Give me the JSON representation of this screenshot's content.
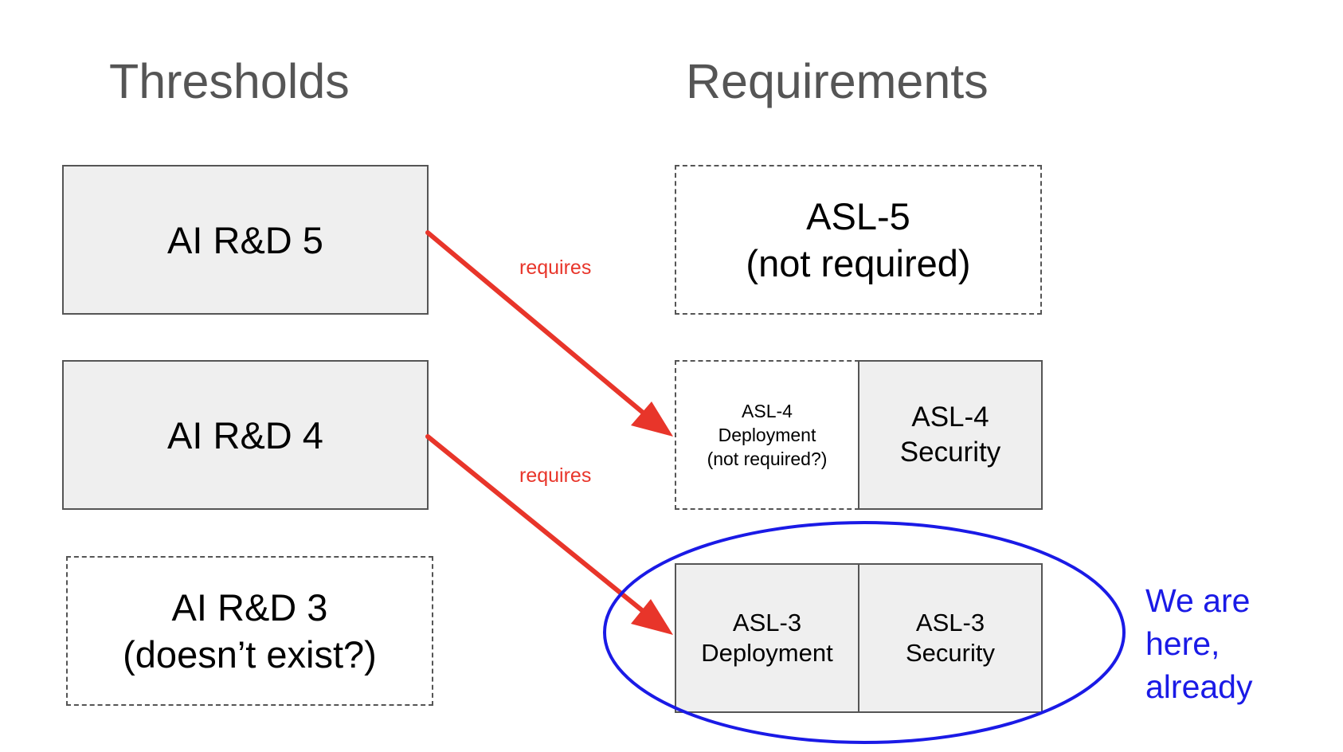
{
  "headings": {
    "thresholds": "Thresholds",
    "requirements": "Requirements"
  },
  "thresholds": {
    "rd5": "AI R&D 5",
    "rd4": "AI R&D 4",
    "rd3": {
      "line1": "AI R&D 3",
      "line2": "(doesn’t exist?)"
    }
  },
  "requirements": {
    "asl5": {
      "line1": "ASL-5",
      "line2": "(not required)"
    },
    "asl4_deployment": {
      "line1": "ASL-4",
      "line2": "Deployment",
      "line3": "(not required?)"
    },
    "asl4_security": {
      "line1": "ASL-4",
      "line2": "Security"
    },
    "asl3_deployment": {
      "line1": "ASL-3",
      "line2": "Deployment"
    },
    "asl3_security": {
      "line1": "ASL-3",
      "line2": "Security"
    }
  },
  "arrows": {
    "upper_label": "requires",
    "lower_label": "requires",
    "color": "#e8352a"
  },
  "annotation": {
    "line1": "We are",
    "line2": "here,",
    "line3": "already",
    "color": "#1a1ae6"
  }
}
